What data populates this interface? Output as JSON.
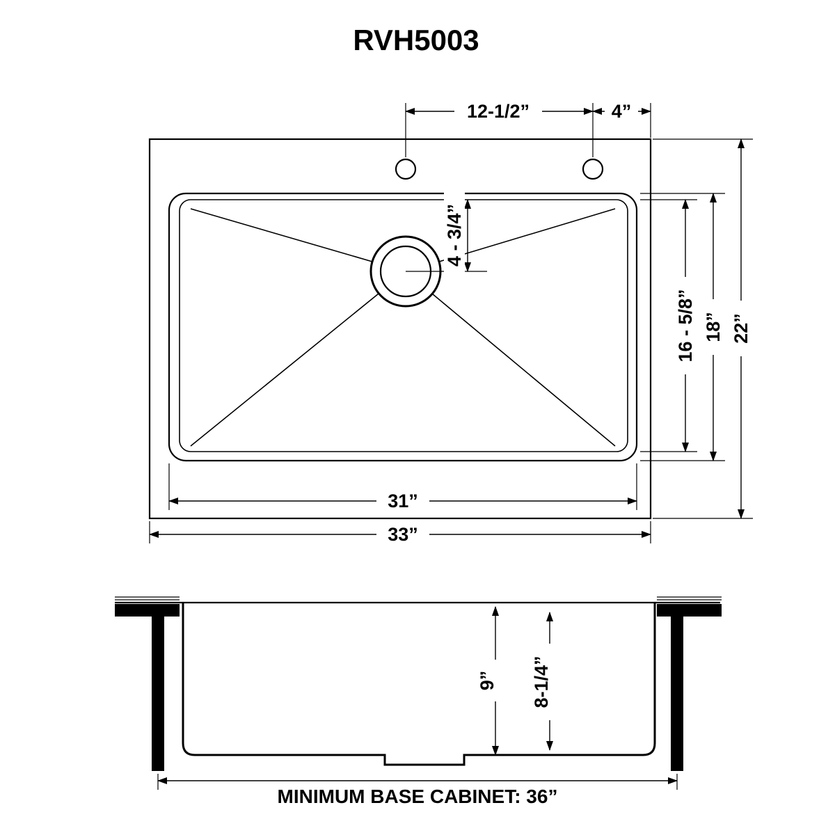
{
  "title": "RVH5003",
  "top_view": {
    "dim_hole_spacing": "12-1/2”",
    "dim_hole_to_edge": "4”",
    "dim_drain_offset": "4 - 3/4”",
    "dim_basin_inner_depth": "16 - 5/8”",
    "dim_basin_depth": "18”",
    "dim_overall_depth": "22”",
    "dim_basin_width": "31”",
    "dim_overall_width": "33”"
  },
  "side_view": {
    "dim_overall_height": "9”",
    "dim_inner_height": "8-1/4”",
    "cabinet_note": "MINIMUM BASE CABINET: 36”"
  },
  "colors": {
    "line": "#000000",
    "background": "#ffffff"
  }
}
